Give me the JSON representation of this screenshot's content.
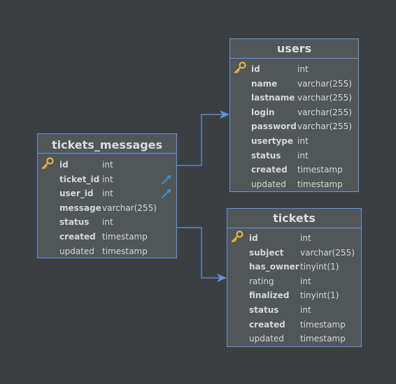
{
  "colors": {
    "background": "#3c3f41",
    "table_fill": "#515658",
    "border": "#5d96e8",
    "text": "#d4d7da",
    "key": "#e3b341",
    "fk_arrow": "#3b8fd8"
  },
  "tables": {
    "tickets_messages": {
      "title": "tickets_messages",
      "columns": [
        {
          "name": "id",
          "type": "int",
          "pk": true,
          "fk": false,
          "bold": true
        },
        {
          "name": "ticket_id",
          "type": "int",
          "pk": false,
          "fk": true,
          "bold": true
        },
        {
          "name": "user_id",
          "type": "int",
          "pk": false,
          "fk": true,
          "bold": true
        },
        {
          "name": "message",
          "type": "varchar(255)",
          "pk": false,
          "fk": false,
          "bold": true
        },
        {
          "name": "status",
          "type": "int",
          "pk": false,
          "fk": false,
          "bold": true
        },
        {
          "name": "created",
          "type": "timestamp",
          "pk": false,
          "fk": false,
          "bold": true
        },
        {
          "name": "updated",
          "type": "timestamp",
          "pk": false,
          "fk": false,
          "bold": false
        }
      ]
    },
    "users": {
      "title": "users",
      "columns": [
        {
          "name": "id",
          "type": "int",
          "pk": true,
          "fk": false,
          "bold": true
        },
        {
          "name": "name",
          "type": "varchar(255)",
          "pk": false,
          "fk": false,
          "bold": true
        },
        {
          "name": "lastname",
          "type": "varchar(255)",
          "pk": false,
          "fk": false,
          "bold": true
        },
        {
          "name": "login",
          "type": "varchar(255)",
          "pk": false,
          "fk": false,
          "bold": true
        },
        {
          "name": "password",
          "type": "varchar(255)",
          "pk": false,
          "fk": false,
          "bold": true
        },
        {
          "name": "usertype",
          "type": "int",
          "pk": false,
          "fk": false,
          "bold": true
        },
        {
          "name": "status",
          "type": "int",
          "pk": false,
          "fk": false,
          "bold": true
        },
        {
          "name": "created",
          "type": "timestamp",
          "pk": false,
          "fk": false,
          "bold": true
        },
        {
          "name": "updated",
          "type": "timestamp",
          "pk": false,
          "fk": false,
          "bold": false
        }
      ]
    },
    "tickets": {
      "title": "tickets",
      "columns": [
        {
          "name": "id",
          "type": "int",
          "pk": true,
          "fk": false,
          "bold": true
        },
        {
          "name": "subject",
          "type": "varchar(255)",
          "pk": false,
          "fk": false,
          "bold": true
        },
        {
          "name": "has_owner",
          "type": "tinyint(1)",
          "pk": false,
          "fk": false,
          "bold": true
        },
        {
          "name": "rating",
          "type": "int",
          "pk": false,
          "fk": false,
          "bold": false
        },
        {
          "name": "finalized",
          "type": "tinyint(1)",
          "pk": false,
          "fk": false,
          "bold": true
        },
        {
          "name": "status",
          "type": "int",
          "pk": false,
          "fk": false,
          "bold": true
        },
        {
          "name": "created",
          "type": "timestamp",
          "pk": false,
          "fk": false,
          "bold": true
        },
        {
          "name": "updated",
          "type": "timestamp",
          "pk": false,
          "fk": false,
          "bold": false
        }
      ]
    }
  },
  "relationships": [
    {
      "from": "tickets_messages",
      "to": "users"
    },
    {
      "from": "tickets_messages",
      "to": "tickets"
    }
  ]
}
